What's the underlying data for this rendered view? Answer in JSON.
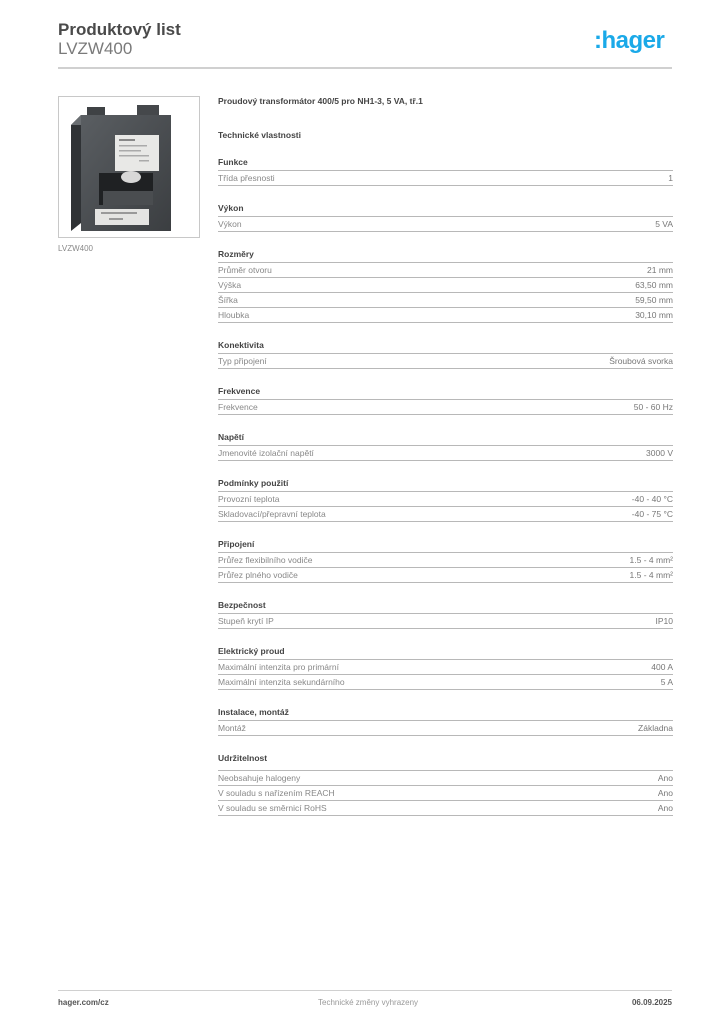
{
  "header": {
    "title": "Produktový list",
    "product_code": "LVZW400",
    "logo_text": ":hager",
    "brand_color": "#1aa9e8"
  },
  "product": {
    "image_caption": "LVZW400",
    "image_alt": "current-transformer-product-photo",
    "description": "Proudový transformátor 400/5 pro NH1-3, 5 VA, tř.1"
  },
  "tech": {
    "heading": "Technické vlastnosti",
    "sections": [
      {
        "title": "Funkce",
        "rows": [
          {
            "label": "Třída přesnosti",
            "value": "1"
          }
        ]
      },
      {
        "title": "Výkon",
        "rows": [
          {
            "label": "Výkon",
            "value": "5 VA"
          }
        ]
      },
      {
        "title": "Rozměry",
        "rows": [
          {
            "label": "Průměr otvoru",
            "value": "21 mm"
          },
          {
            "label": "Výška",
            "value": "63,50 mm"
          },
          {
            "label": "Šířka",
            "value": "59,50 mm"
          },
          {
            "label": "Hloubka",
            "value": "30,10 mm"
          }
        ]
      },
      {
        "title": "Konektivita",
        "rows": [
          {
            "label": "Typ připojení",
            "value": "Šroubová svorka"
          }
        ]
      },
      {
        "title": "Frekvence",
        "rows": [
          {
            "label": "Frekvence",
            "value": "50 - 60 Hz"
          }
        ]
      },
      {
        "title": "Napětí",
        "rows": [
          {
            "label": "Jmenovité izolační napětí",
            "value": "3000 V"
          }
        ]
      },
      {
        "title": "Podmínky použití",
        "rows": [
          {
            "label": "Provozní teplota",
            "value": "-40 - 40 °C"
          },
          {
            "label": "Skladovací/přepravní teplota",
            "value": "-40 - 75 °C"
          }
        ]
      },
      {
        "title": "Připojení",
        "rows": [
          {
            "label": "Průřez flexibilního vodiče",
            "value": "1.5 - 4 mm²"
          },
          {
            "label": "Průřez plného vodiče",
            "value": "1.5 - 4 mm²"
          }
        ]
      },
      {
        "title": "Bezpečnost",
        "rows": [
          {
            "label": "Stupeň krytí IP",
            "value": "IP10"
          }
        ]
      },
      {
        "title": "Elektrický proud",
        "rows": [
          {
            "label": "Maximální intenzita pro primární",
            "value": "400 A"
          },
          {
            "label": "Maximální intenzita sekundárního",
            "value": "5 A"
          }
        ]
      },
      {
        "title": "Instalace, montáž",
        "rows": [
          {
            "label": "Montáž",
            "value": "Základna"
          }
        ]
      },
      {
        "title": "Udržitelnost",
        "rows": [
          {
            "label": "Neobsahuje halogeny",
            "value": "Ano"
          },
          {
            "label": "V souladu s nařízením REACH",
            "value": "Ano"
          },
          {
            "label": "V souladu se směrnicí RoHS",
            "value": "Ano"
          }
        ]
      }
    ]
  },
  "footer": {
    "website": "hager.com/cz",
    "disclaimer": "Technické změny vyhrazeny",
    "date": "06.09.2025"
  }
}
